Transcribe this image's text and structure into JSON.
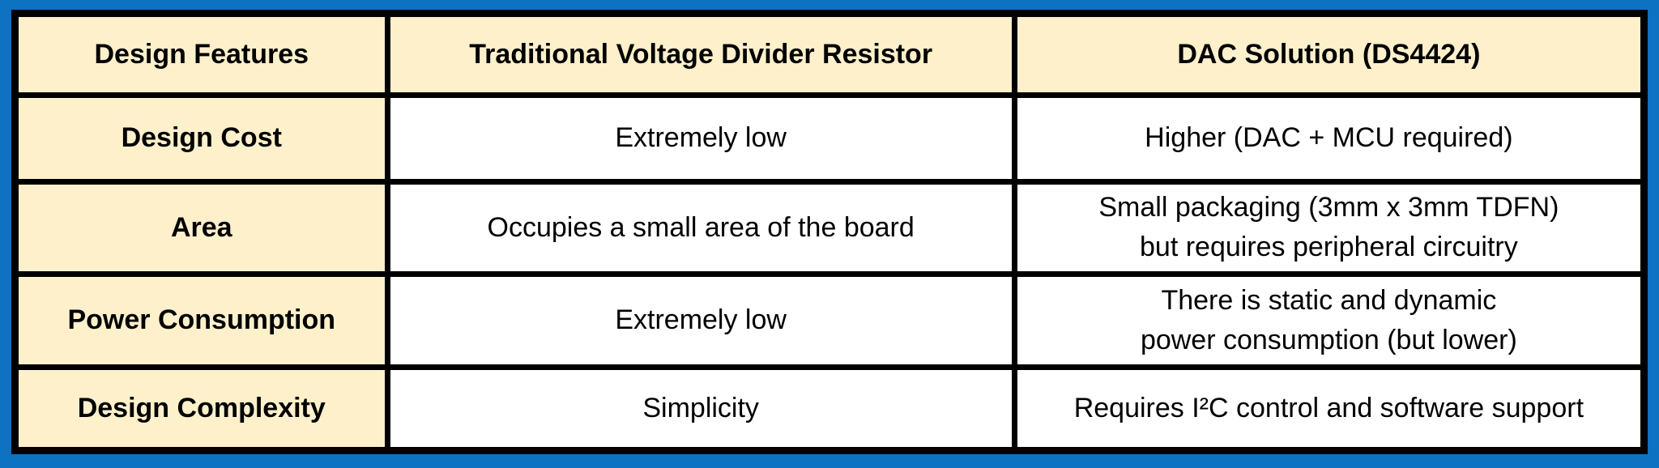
{
  "table": {
    "columns": {
      "feature": "Design Features",
      "traditional": "Traditional Voltage Divider Resistor",
      "dac": "DAC Solution (DS4424)"
    },
    "rows": [
      {
        "feature": "Design Cost",
        "traditional": "Extremely low",
        "dac": "Higher (DAC + MCU required)"
      },
      {
        "feature": "Area",
        "traditional": "Occupies a small area of the board",
        "dac": "Small packaging (3mm x 3mm TDFN)\nbut requires peripheral circuitry"
      },
      {
        "feature": "Power Consumption",
        "traditional": "Extremely low",
        "dac": "There is static and dynamic\npower consumption (but lower)"
      },
      {
        "feature": "Design Complexity",
        "traditional": "Simplicity",
        "dac": "Requires I²C control and software support"
      }
    ],
    "colors": {
      "outer_border": "#0e72c3",
      "header_bg": "#fdf0cb",
      "grid_lines": "#000000",
      "cell_bg": "#ffffff",
      "text": "#000000"
    }
  }
}
